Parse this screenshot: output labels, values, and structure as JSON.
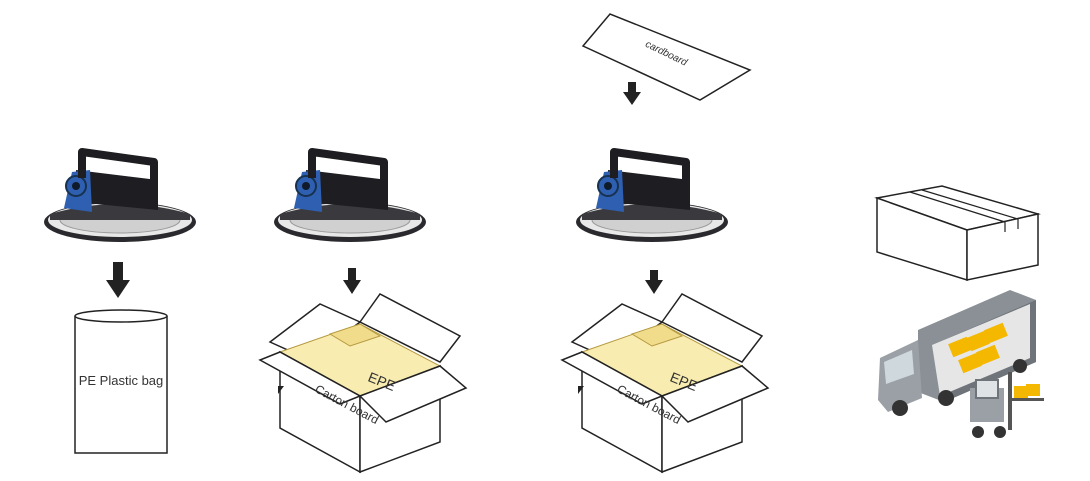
{
  "labels": {
    "bag": "PE Plastic bag",
    "epe": "EPE",
    "carton": "Carton board",
    "cardboard": "cardboard"
  },
  "colors": {
    "lamp_blue": "#2f5fb0",
    "lamp_dark": "#1e1e22",
    "epe_fill": "#f8ecb0",
    "truck_grey": "#8a9096",
    "cargo_yellow": "#f5b800"
  },
  "icons": [
    "high-bay-light-icon",
    "down-arrow-icon",
    "plastic-bag-icon",
    "open-carton-icon",
    "cardboard-sheet-icon",
    "closed-box-icon",
    "truck-icon",
    "forklift-icon"
  ]
}
